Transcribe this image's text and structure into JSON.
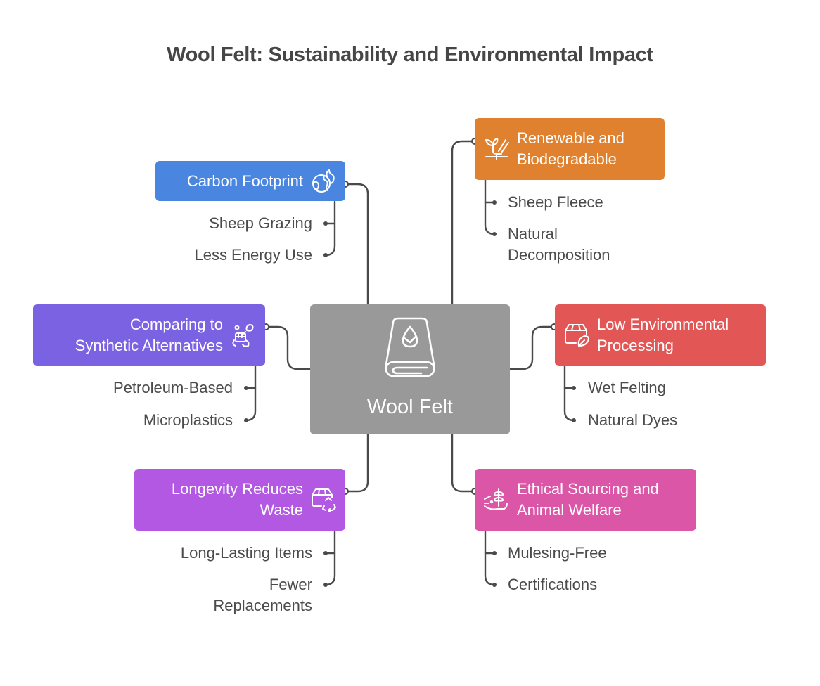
{
  "title": "Wool Felt: Sustainability and Environmental Impact",
  "center": {
    "label": "Wool Felt",
    "icon": "wool-blanket-drop-icon",
    "color": "#999999"
  },
  "branches": [
    {
      "id": "carbon-footprint",
      "label": "Carbon Footprint",
      "icon": "globe-flame-icon",
      "color": "#4A86E0",
      "side": "left",
      "children": [
        "Sheep Grazing",
        "Less Energy Use"
      ]
    },
    {
      "id": "renewable",
      "label_line1": "Renewable and",
      "label_line2": "Biodegradable",
      "icon": "plant-hand-icon",
      "color": "#E0812F",
      "side": "right",
      "children": [
        "Sheep Fleece",
        "Natural",
        "Decomposition"
      ]
    },
    {
      "id": "comparing",
      "label_line1": "Comparing to",
      "label_line2": "Synthetic Alternatives",
      "icon": "plastic-waste-icon",
      "color": "#7B62E3",
      "side": "left",
      "children": [
        "Petroleum-Based",
        "Microplastics"
      ]
    },
    {
      "id": "low-processing",
      "label_line1": "Low Environmental",
      "label_line2": "Processing",
      "icon": "box-leaf-icon",
      "color": "#E25655",
      "side": "right",
      "children": [
        "Wet Felting",
        "Natural Dyes"
      ]
    },
    {
      "id": "longevity",
      "label_line1": "Longevity Reduces",
      "label_line2": "Waste",
      "icon": "box-recycle-icon",
      "color": "#B258E3",
      "side": "left",
      "children": [
        "Long-Lasting Items",
        "Fewer",
        "Replacements"
      ]
    },
    {
      "id": "ethical",
      "label_line1": "Ethical Sourcing and",
      "label_line2": "Animal Welfare",
      "icon": "wheat-hand-icon",
      "color": "#DC56A8",
      "side": "right",
      "children": [
        "Mulesing-Free",
        "Certifications"
      ]
    }
  ],
  "connector_color": "#4a4a4a"
}
